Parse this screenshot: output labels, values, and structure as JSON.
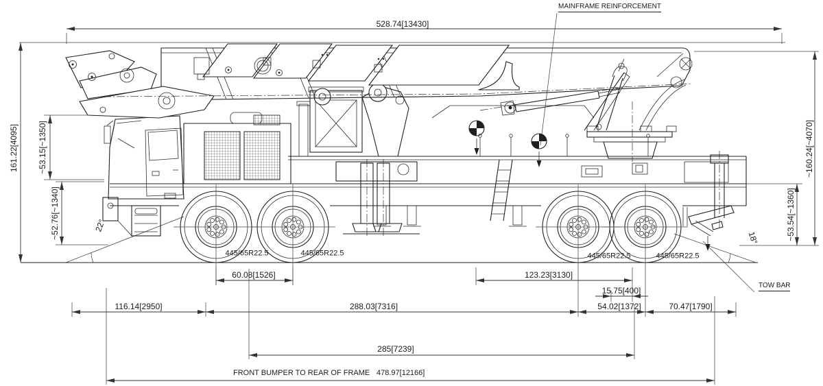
{
  "colors": {
    "ink": "#1f1f1f",
    "dimension": "#333333",
    "background": "#ffffff"
  },
  "annotations": {
    "mainframe_reinforcement": "MAINFRAME REINFORCEMENT",
    "tow_bar": "TOW BAR",
    "front_bumper_note": "FRONT BUMPER TO REAR OF FRAME",
    "front_bumper_value": "478.97[12166]"
  },
  "dimensions": {
    "overall_length": "528.74[13430]",
    "overall_height_left": "161.22[4095]",
    "upper_height_left": "~53.15[~1350]",
    "lower_height_left": "~52.76[~1340]",
    "overall_height_right": "~160.24[~4070]",
    "rear_height_right": "~53.54[~1360]",
    "front_axle_spacing": "60.08[1526]",
    "axle_to_turret": "123.23[3130]",
    "turret_offset": "15.75[400]",
    "front_overhang": "116.14[2950]",
    "wheelbase": "288.03[7316]",
    "rear_axle_spacing": "54.02[1372]",
    "rear_overhang": "70.47[1790]",
    "subframe_length": "285[7239]",
    "approach_angle": "22°",
    "departure_angle": "18°"
  },
  "tires": {
    "size": "445/65R22.5"
  }
}
